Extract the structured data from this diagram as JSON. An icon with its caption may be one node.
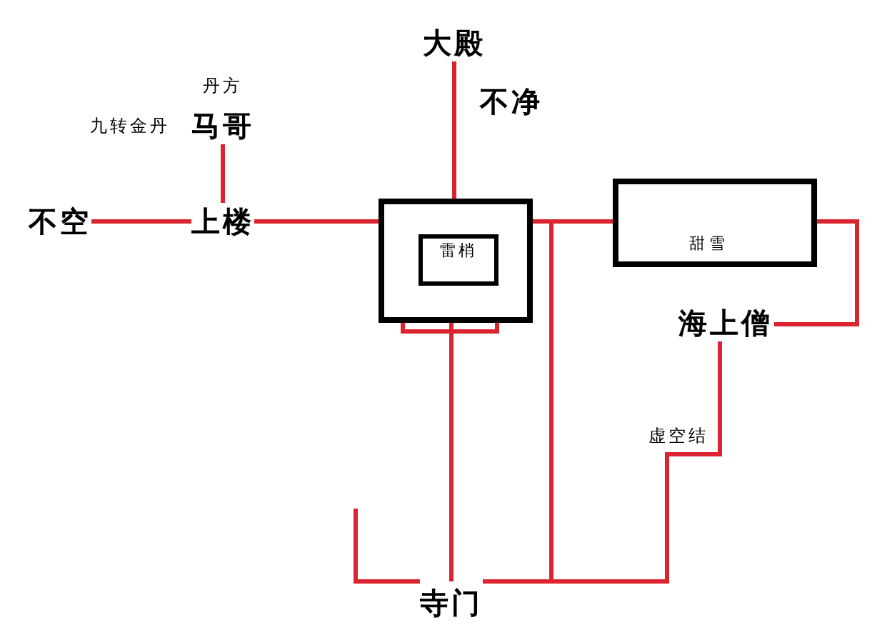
{
  "diagram": {
    "nodes": [
      {
        "text": [
          "大殿"
        ]
      },
      {
        "text": [
          "马哥"
        ],
        "beside": [
          "丹方",
          "九转金丹"
        ]
      },
      {
        "text": [
          "不空"
        ]
      },
      {
        "text": [
          "上楼"
        ]
      },
      {
        "text": [],
        "shape": "box"
      },
      {
        "text": [
          "雷梢"
        ],
        "in": 4
      },
      {
        "text": [
          "甜雪"
        ]
      },
      {
        "text": [
          "海上僧"
        ]
      },
      {
        "text": [
          "寺门"
        ]
      }
    ],
    "edges": [
      {
        "from": 1,
        "to": 3,
        "arrow": "none"
      },
      {
        "from": 2,
        "to": 3,
        "arrow": "none"
      },
      {
        "from": 3,
        "to": 4,
        "arrow": "none"
      },
      {
        "from": 0,
        "to": 4,
        "arrow": "none",
        "label": "不净"
      },
      {
        "from": 4,
        "to": 6,
        "arrow": "none"
      },
      {
        "from": 6,
        "to": 7,
        "arrow": "none"
      },
      {
        "from": 4,
        "to": 8,
        "arrow": "none"
      },
      {
        "from": 4,
        "to": 8,
        "arrow": "none"
      },
      {
        "from": 7,
        "to": 8,
        "arrow": "none",
        "label": "虚空结"
      },
      {
        "from": null,
        "to": 8,
        "arrow": "none"
      }
    ]
  }
}
